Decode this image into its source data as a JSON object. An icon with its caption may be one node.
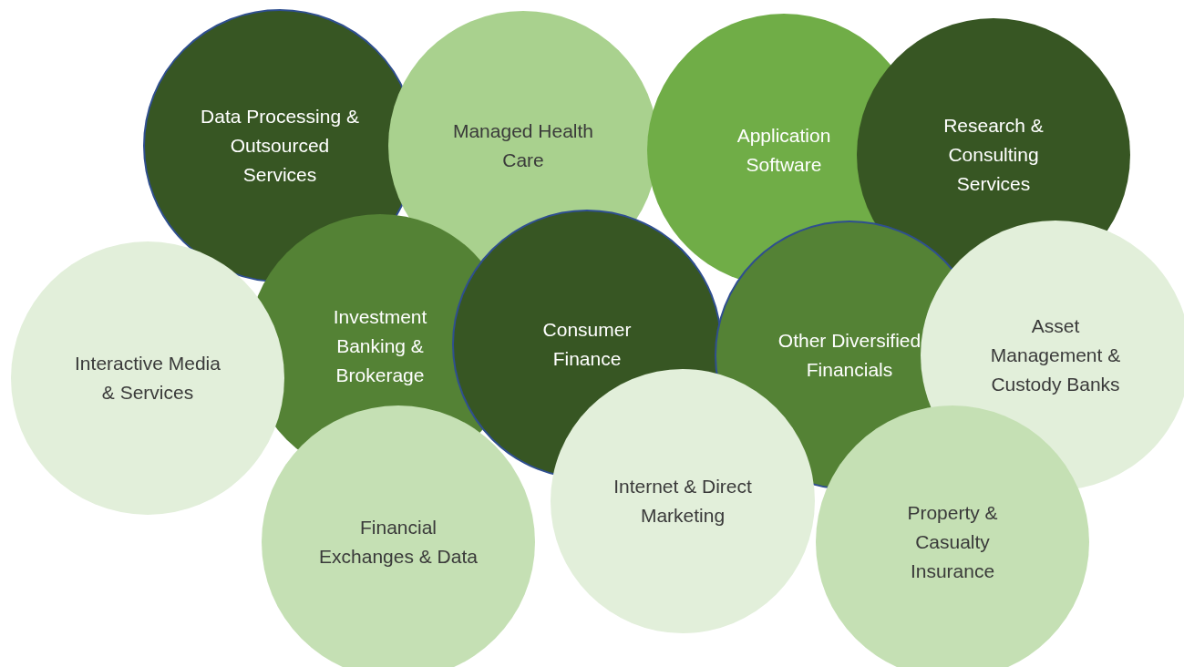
{
  "diagram": {
    "nodes": [
      {
        "text": [
          "Data Processing & Outsourced Services"
        ]
      },
      {
        "text": [
          "Managed Health Care"
        ]
      },
      {
        "text": [
          "Application Software"
        ]
      },
      {
        "text": [
          "Research & Consulting Services"
        ]
      },
      {
        "text": [
          "Interactive Media & Services"
        ]
      },
      {
        "text": [
          "Investment Banking & Brokerage"
        ]
      },
      {
        "text": [
          "Consumer Finance"
        ]
      },
      {
        "text": [
          "Other Diversified Financials"
        ]
      },
      {
        "text": [
          "Asset Management & Custody Banks"
        ]
      },
      {
        "text": [
          "Financial Exchanges & Data"
        ]
      },
      {
        "text": [
          "Internet & Direct Marketing"
        ]
      },
      {
        "text": [
          "Property & Casualty Insurance"
        ]
      }
    ]
  }
}
